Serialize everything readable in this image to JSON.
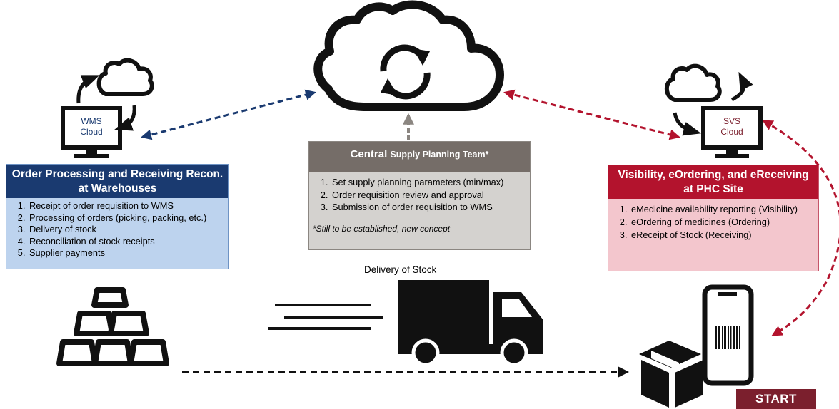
{
  "wms": {
    "icon_label_line1": "WMS",
    "icon_label_line2": "Cloud",
    "title": "Order Processing and Receiving Recon. at Warehouses",
    "items": [
      "Receipt of order requisition to WMS",
      "Processing of orders (picking, packing, etc.)",
      "Delivery of stock",
      "Reconciliation of stock receipts",
      "Supplier payments"
    ]
  },
  "central": {
    "title_main": "Central",
    "title_sub": "Supply Planning Team*",
    "items": [
      "Set supply planning parameters (min/max)",
      "Order requisition review and approval",
      "Submission of order requisition to WMS"
    ],
    "note": "*Still to be established, new concept"
  },
  "svs": {
    "icon_label_line1": "SVS",
    "icon_label_line2": "Cloud",
    "title": "Visibility, eOrdering, and eReceiving at PHC Site",
    "items": [
      "eMedicine availability reporting (Visibility)",
      "eOrdering of medicines (Ordering)",
      "eReceipt of Stock (Receiving)"
    ]
  },
  "delivery_label": "Delivery of Stock",
  "start_label": "START",
  "colors": {
    "navy": "#1a3a70",
    "navy_fill": "#bdd3ee",
    "gray_head": "#756d68",
    "gray_fill": "#d4d2cf",
    "red_head": "#b3132d",
    "red_fill": "#f3c6cd",
    "red_arrow": "#b3132d",
    "start_badge": "#7b1f2d"
  },
  "icons": [
    "central-sync-cloud-icon",
    "wms-monitor-icon",
    "svs-monitor-icon",
    "stock-pile-icon",
    "delivery-truck-icon",
    "mobile-barcode-icon",
    "package-box-icon"
  ]
}
